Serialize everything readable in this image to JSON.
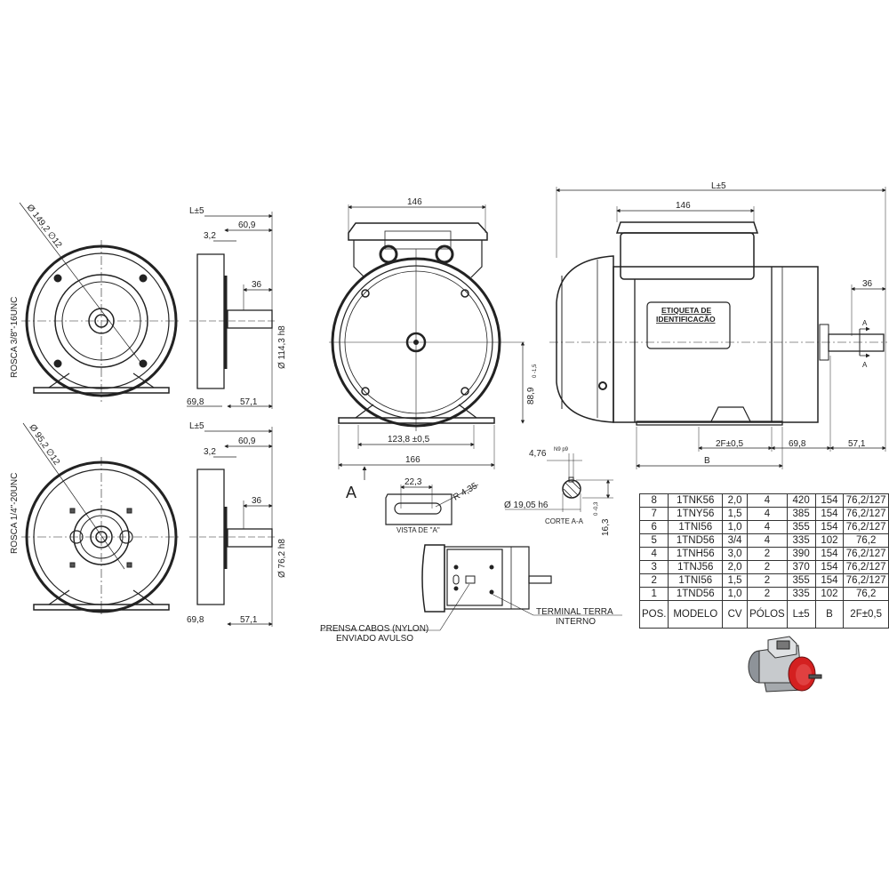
{
  "drawing": {
    "front_view_1": {
      "diameter_label": "Ø 149,2 ∅12",
      "thread_label": "ROSCA 3/8\"-16UNC"
    },
    "side_view_1": {
      "L_label": "L±5",
      "dim_60_9": "60,9",
      "dim_3_2": "3,2",
      "dim_36": "36",
      "shaft_dia": "Ø 114,3 h8",
      "dim_69_8": "69,8",
      "dim_57_1": "57,1"
    },
    "front_view_2": {
      "diameter_label": "Ø 95,2 ∅12",
      "thread_label": "ROSCA 1/4\"-20UNC"
    },
    "side_view_2": {
      "L_label": "L±5",
      "dim_60_9": "60,9",
      "dim_3_2": "3,2",
      "dim_36": "36",
      "shaft_dia": "Ø 76,2 h8",
      "dim_69_8": "69,8",
      "dim_57_1": "57,1"
    },
    "end_view": {
      "width_top": "146",
      "height": "88,9",
      "height_tol": "0 -1,5",
      "foot_spacing": "123,8 ±0,5",
      "base_width": "166",
      "view_marker": "A"
    },
    "vista_a": {
      "dim_22_3": "22,3",
      "radius": "R 4,35",
      "caption": "VISTA DE \"A\""
    },
    "corte_aa": {
      "key_width": "4,76",
      "key_tol": "N9 p9",
      "shaft_dia": "Ø 19,05 h6",
      "caption": "CORTE A-A",
      "key_height": "16,3",
      "key_height_tol": "0 -0,3"
    },
    "top_view": {
      "prensa_label_1": "PRENSA CABOS (NYLON)",
      "prensa_label_2": "ENVIADO AVULSO",
      "terminal_label_1": "TERMINAL TERRA",
      "terminal_label_2": "INTERNO"
    },
    "side_view_main": {
      "L_label": "L±5",
      "width_146": "146",
      "dim_36": "36",
      "nameplate_1": "ETIQUETA DE",
      "nameplate_2": "IDENTIFICACÃO",
      "section_mark": "A",
      "dim_2F": "2F±0,5",
      "dim_69_8": "69,8",
      "dim_57_1": "57,1",
      "dim_B": "B"
    }
  },
  "spec_table": {
    "headers": [
      "POS.",
      "MODELO",
      "CV",
      "PÓLOS",
      "L±5",
      "B",
      "2F±0,5"
    ],
    "rows": [
      [
        "8",
        "1TNK56",
        "2,0",
        "4",
        "420",
        "154",
        "76,2/127"
      ],
      [
        "7",
        "1TNY56",
        "1,5",
        "4",
        "385",
        "154",
        "76,2/127"
      ],
      [
        "6",
        "1TNI56",
        "1,0",
        "4",
        "355",
        "154",
        "76,2/127"
      ],
      [
        "5",
        "1TND56",
        "3/4",
        "4",
        "335",
        "102",
        "76,2"
      ],
      [
        "4",
        "1TNH56",
        "3,0",
        "2",
        "390",
        "154",
        "76,2/127"
      ],
      [
        "3",
        "1TNJ56",
        "2,0",
        "2",
        "370",
        "154",
        "76,2/127"
      ],
      [
        "2",
        "1TNI56",
        "1,5",
        "2",
        "355",
        "154",
        "76,2/127"
      ],
      [
        "1",
        "1TND56",
        "1,0",
        "2",
        "335",
        "102",
        "76,2"
      ]
    ]
  },
  "colors": {
    "line": "#222222",
    "accent_red": "#d42020",
    "gray_body": "#b9bcc0"
  }
}
